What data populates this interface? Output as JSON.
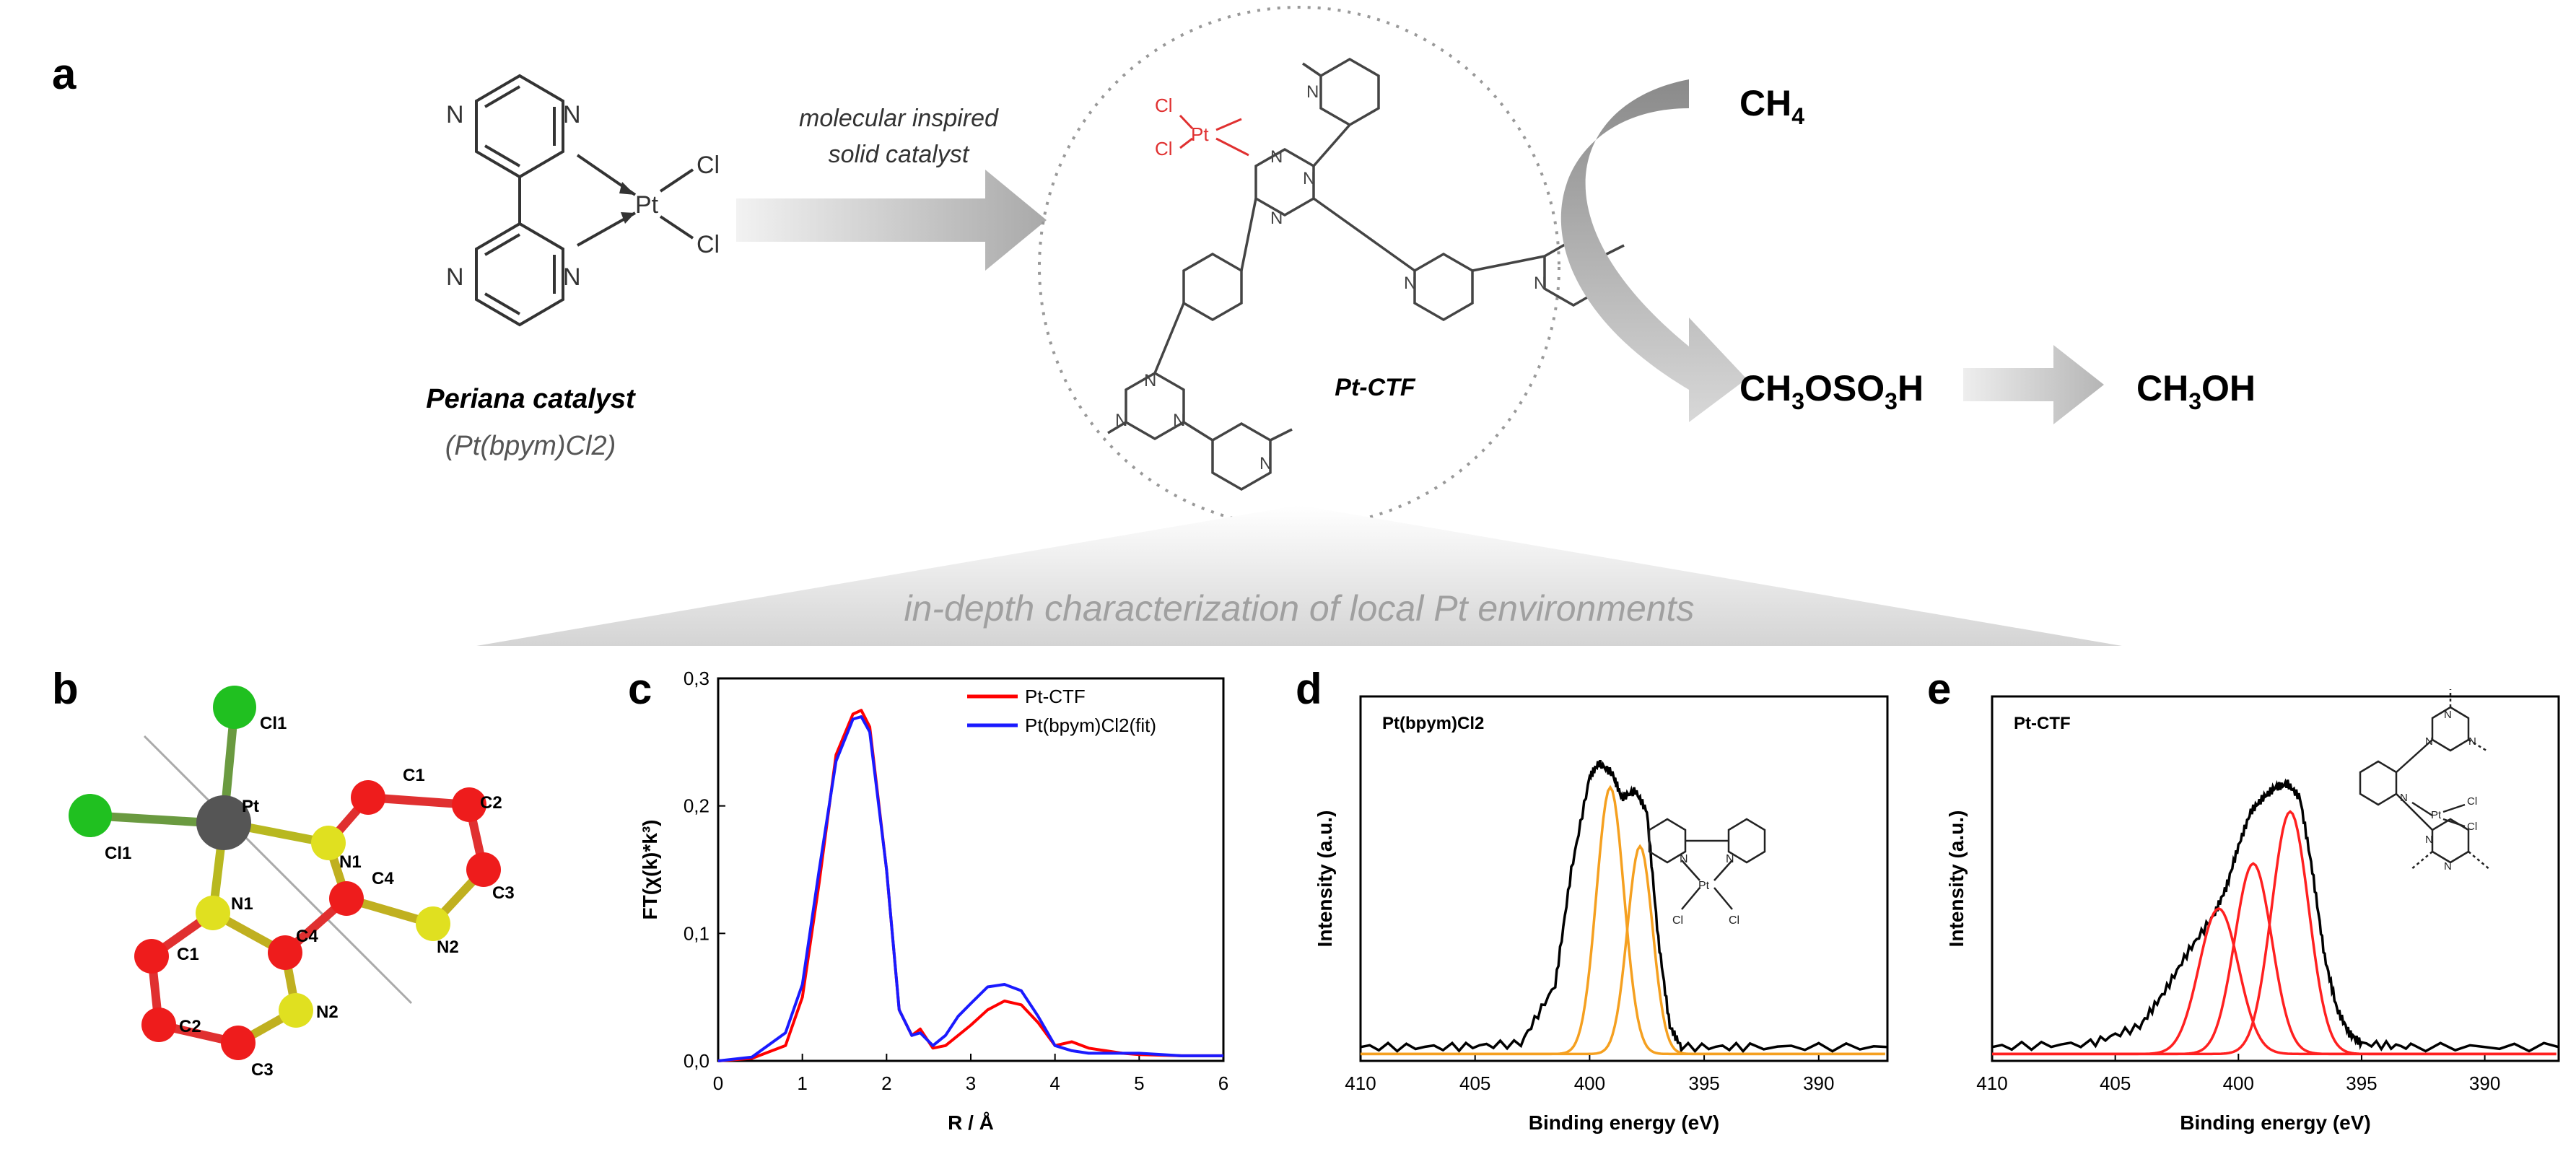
{
  "panels": {
    "a": "a",
    "b": "b",
    "c": "c",
    "d": "d",
    "e": "e"
  },
  "panel_a": {
    "arrow_caption_1": "molecular inspired",
    "arrow_caption_2": "solid catalyst",
    "catalyst_name": "Periana catalyst",
    "catalyst_formula": "(Pt(bpym)Cl2)",
    "ctf_label": "Pt-CTF",
    "cl": "Cl",
    "pt": "Pt",
    "n": "N",
    "product_1": "CH4",
    "product_2": "CH3OSO3H",
    "product_3": "CH3OH",
    "banner": "in-depth characterization of local Pt environments"
  },
  "panel_b": {
    "atoms": [
      "Cl1",
      "Cl1",
      "Pt",
      "N1",
      "N1",
      "C1",
      "C2",
      "C3",
      "C4",
      "N2",
      "C1",
      "C2",
      "C3",
      "C4",
      "N2"
    ]
  },
  "chart_data": [
    {
      "type": "line",
      "panel": "c",
      "xlabel": "R / Å",
      "ylabel": "FT(χ(k)*k³)",
      "xlim": [
        0,
        6
      ],
      "ylim": [
        0,
        0.3
      ],
      "xticks": [
        "0",
        "1",
        "2",
        "3",
        "4",
        "5",
        "6"
      ],
      "yticks": [
        "0,0",
        "0,1",
        "0,2",
        "0,3"
      ],
      "legend_position": "top-right",
      "series": [
        {
          "name": "Pt-CTF",
          "color": "#ff0000",
          "x": [
            0,
            0.4,
            0.8,
            1.0,
            1.2,
            1.4,
            1.6,
            1.7,
            1.8,
            2.0,
            2.15,
            2.3,
            2.4,
            2.55,
            2.7,
            2.85,
            3.0,
            3.2,
            3.4,
            3.6,
            3.8,
            4.0,
            4.2,
            4.4,
            4.6,
            4.8,
            5.0,
            5.5,
            6.0
          ],
          "y": [
            0,
            0.002,
            0.012,
            0.05,
            0.14,
            0.24,
            0.272,
            0.275,
            0.262,
            0.15,
            0.04,
            0.02,
            0.025,
            0.01,
            0.012,
            0.02,
            0.028,
            0.04,
            0.047,
            0.044,
            0.03,
            0.012,
            0.015,
            0.01,
            0.008,
            0.006,
            0.005,
            0.004,
            0.004
          ]
        },
        {
          "name": "Pt(bpym)Cl2(fit)",
          "color": "#1a1aff",
          "x": [
            0,
            0.4,
            0.8,
            1.0,
            1.2,
            1.4,
            1.6,
            1.7,
            1.8,
            2.0,
            2.15,
            2.3,
            2.4,
            2.55,
            2.7,
            2.85,
            3.0,
            3.2,
            3.4,
            3.6,
            3.8,
            4.0,
            4.2,
            4.4,
            4.6,
            4.8,
            5.0,
            5.5,
            6.0
          ],
          "y": [
            0,
            0.003,
            0.022,
            0.06,
            0.15,
            0.235,
            0.268,
            0.27,
            0.258,
            0.15,
            0.04,
            0.02,
            0.022,
            0.012,
            0.02,
            0.035,
            0.045,
            0.058,
            0.06,
            0.055,
            0.035,
            0.012,
            0.008,
            0.006,
            0.006,
            0.006,
            0.006,
            0.004,
            0.004
          ]
        }
      ]
    },
    {
      "type": "line",
      "panel": "d",
      "title": "Pt(bpym)Cl2",
      "xlabel": "Binding energy (eV)",
      "ylabel": "Intensity (a.u.)",
      "xlim": [
        410,
        387
      ],
      "xticks": [
        "410",
        "405",
        "400",
        "395",
        "390"
      ],
      "series": [
        {
          "name": "",
          "color": "#000000",
          "type": "data",
          "x": [
            410,
            406,
            403,
            401.5,
            400.8,
            400.0,
            399.6,
            399.0,
            398.6,
            398.0,
            397.5,
            397.0,
            396.5,
            396,
            393,
            387
          ],
          "y": [
            0.04,
            0.04,
            0.05,
            0.22,
            0.55,
            0.82,
            0.86,
            0.83,
            0.76,
            0.78,
            0.72,
            0.35,
            0.1,
            0.04,
            0.04,
            0.04
          ]
        },
        {
          "name": "",
          "color": "#f5a020",
          "type": "gauss",
          "center": 399.1,
          "height": 0.77,
          "sigma": 0.6,
          "base": 0.02
        },
        {
          "name": "",
          "color": "#f5a020",
          "type": "gauss",
          "center": 397.8,
          "height": 0.6,
          "sigma": 0.55,
          "base": 0.02
        }
      ]
    },
    {
      "type": "line",
      "panel": "e",
      "title": "Pt-CTF",
      "xlabel": "Binding energy (eV)",
      "ylabel": "Intensity (a.u.)",
      "xlim": [
        410,
        387
      ],
      "xticks": [
        "410",
        "405",
        "400",
        "395",
        "390"
      ],
      "series": [
        {
          "name": "",
          "color": "#000000",
          "type": "data",
          "x": [
            410,
            406,
            404,
            403,
            402,
            401,
            400.5,
            400,
            399.5,
            399,
            398.5,
            398,
            397.5,
            397,
            396.5,
            396,
            395.5,
            395,
            393,
            387
          ],
          "y": [
            0.04,
            0.05,
            0.1,
            0.2,
            0.32,
            0.42,
            0.5,
            0.62,
            0.72,
            0.76,
            0.79,
            0.8,
            0.76,
            0.55,
            0.3,
            0.15,
            0.08,
            0.05,
            0.04,
            0.04
          ]
        },
        {
          "name": "",
          "color": "#ff2020",
          "type": "gauss",
          "center": 400.8,
          "height": 0.42,
          "sigma": 0.8,
          "base": 0.02
        },
        {
          "name": "",
          "color": "#ff2020",
          "type": "gauss",
          "center": 399.4,
          "height": 0.55,
          "sigma": 0.75,
          "base": 0.02
        },
        {
          "name": "",
          "color": "#ff2020",
          "type": "gauss",
          "center": 397.9,
          "height": 0.7,
          "sigma": 0.75,
          "base": 0.02
        }
      ]
    }
  ]
}
